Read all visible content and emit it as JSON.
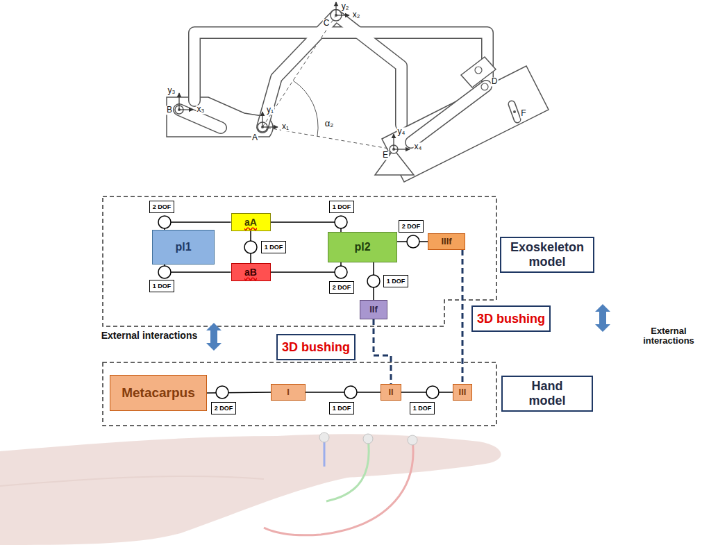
{
  "diagram": {
    "nodes": [
      {
        "text": [
          "2 DOF"
        ]
      },
      {
        "text": [
          "aA"
        ]
      },
      {
        "text": [
          "1 DOF"
        ]
      },
      {
        "text": [
          "2 DOF"
        ]
      },
      {
        "text": [
          "pl1"
        ]
      },
      {
        "text": [
          "1 DOF"
        ]
      },
      {
        "text": [
          "pl2"
        ]
      },
      {
        "text": [
          "IIIf"
        ]
      },
      {
        "text": [
          "Exoskeleton model"
        ]
      },
      {
        "text": [
          "aB"
        ]
      },
      {
        "text": [
          "1 DOF"
        ]
      },
      {
        "text": [
          "2 DOF"
        ]
      },
      {
        "text": [
          "1 DOF"
        ]
      },
      {
        "text": [
          "IIf"
        ]
      },
      {
        "text": [
          "3D bushing"
        ]
      },
      {
        "text": [
          "3D bushing"
        ]
      },
      {
        "text": [
          "Metacarpus"
        ]
      },
      {
        "text": [
          "I"
        ]
      },
      {
        "text": [
          "II"
        ]
      },
      {
        "text": [
          "III"
        ]
      },
      {
        "text": [
          "Hand model"
        ]
      },
      {
        "text": [
          "2 DOF"
        ]
      },
      {
        "text": [
          "1 DOF"
        ]
      },
      {
        "text": [
          "1 DOF"
        ]
      }
    ],
    "edges": [
      {
        "from": 4,
        "to": 1,
        "arrow": "none"
      },
      {
        "from": 4,
        "to": 9,
        "arrow": "none"
      },
      {
        "from": 1,
        "to": 9,
        "arrow": "none"
      },
      {
        "from": 1,
        "to": 6,
        "arrow": "none"
      },
      {
        "from": 9,
        "to": 6,
        "arrow": "none"
      },
      {
        "from": 6,
        "to": 7,
        "arrow": "none"
      },
      {
        "from": 6,
        "to": 13,
        "arrow": "none"
      },
      {
        "from": 13,
        "to": 18,
        "arrow": "none"
      },
      {
        "from": 7,
        "to": 19,
        "arrow": "none"
      },
      {
        "from": 16,
        "to": 17,
        "arrow": "none"
      },
      {
        "from": 17,
        "to": 18,
        "arrow": "none"
      },
      {
        "from": 18,
        "to": 19,
        "arrow": "none"
      }
    ],
    "labels": [
      "y₂",
      "C",
      "x₂",
      "y₃",
      "B",
      "x₃",
      "y₁",
      "A",
      "x₁",
      "α₂",
      "y₄",
      "D",
      "F",
      "E",
      "x₄",
      "External interactions",
      "External interactions"
    ]
  }
}
